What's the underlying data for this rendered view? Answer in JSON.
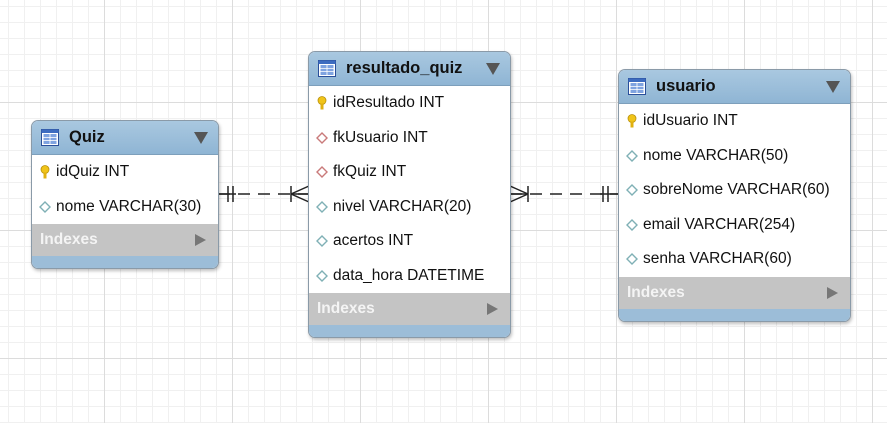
{
  "tables": [
    {
      "id": "quiz",
      "title": "Quiz",
      "columns": [
        {
          "name": "idQuiz INT",
          "key": "primary"
        },
        {
          "name": "nome VARCHAR(30)",
          "key": "column"
        }
      ],
      "indexes_label": "Indexes"
    },
    {
      "id": "resultado",
      "title": "resultado_quiz",
      "columns": [
        {
          "name": "idResultado INT",
          "key": "primary"
        },
        {
          "name": "fkUsuario INT",
          "key": "foreign"
        },
        {
          "name": "fkQuiz INT",
          "key": "foreign"
        },
        {
          "name": "nivel VARCHAR(20)",
          "key": "column"
        },
        {
          "name": "acertos INT",
          "key": "column"
        },
        {
          "name": "data_hora DATETIME",
          "key": "column"
        }
      ],
      "indexes_label": "Indexes"
    },
    {
      "id": "usuario",
      "title": "usuario",
      "columns": [
        {
          "name": "idUsuario INT",
          "key": "primary"
        },
        {
          "name": "nome VARCHAR(50)",
          "key": "column"
        },
        {
          "name": "sobreNome VARCHAR(60)",
          "key": "column"
        },
        {
          "name": "email VARCHAR(254)",
          "key": "column"
        },
        {
          "name": "senha VARCHAR(60)",
          "key": "column"
        }
      ],
      "indexes_label": "Indexes"
    }
  ],
  "relationships": [
    {
      "from": "quiz",
      "to": "resultado",
      "from_cardinality": "one",
      "to_cardinality": "many"
    },
    {
      "from": "resultado",
      "to": "usuario",
      "from_cardinality": "many",
      "to_cardinality": "one"
    }
  ],
  "colors": {
    "header": "#9dbfdb",
    "indexes_bar": "#c4c4c4",
    "primary_key": "#f0c419",
    "foreign_key": "#c97a7a",
    "column": "#7fb0b5"
  }
}
